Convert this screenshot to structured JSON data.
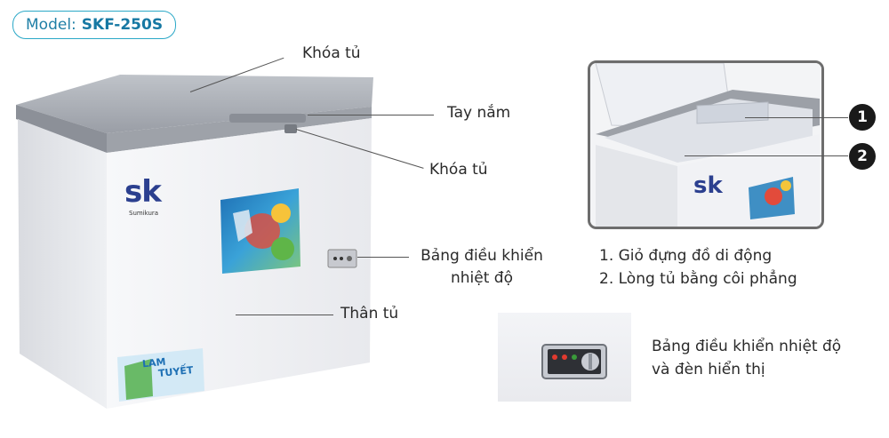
{
  "model": {
    "label": "Model:",
    "value": "SKF-250S"
  },
  "callouts": {
    "lid": "Khóa tủ",
    "handle": "Tay nắm",
    "lock": "Khóa tủ",
    "control_panel_line1": "Bảng điều khiển",
    "control_panel_line2": "nhiệt độ",
    "body": "Thân tủ"
  },
  "freezer": {
    "brand_logo": "sk",
    "brand_sub": "Sumikura",
    "decal_line1": "LAM",
    "decal_line2": "TUYẾT"
  },
  "inset": {
    "brand_logo": "sk",
    "badges": [
      "1",
      "2"
    ]
  },
  "features": [
    "1. Giỏ đựng đồ di động",
    "2. Lòng tủ bằng côi phẳng"
  ],
  "panel_caption": {
    "line1": "Bảng điều khiển nhiệt độ",
    "line2": "và đèn hiển thị"
  },
  "colors": {
    "accent": "#2ba8c7",
    "lid_gray": "#a9adb4",
    "body_white": "#f2f3f6"
  }
}
